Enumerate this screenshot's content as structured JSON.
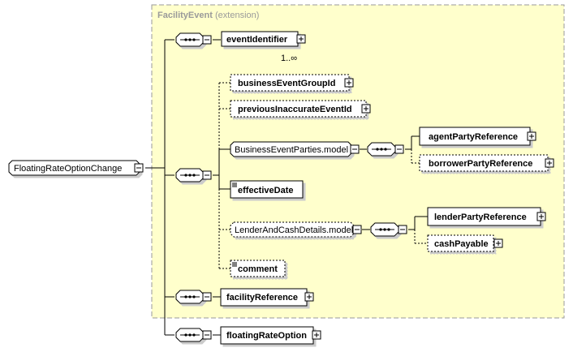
{
  "root": {
    "label": "FloatingRateOptionChange"
  },
  "extension": {
    "type_name": "FacilityEvent",
    "note": "(extension)"
  },
  "elements": {
    "event_identifier": "eventIdentifier",
    "event_identifier_card": "1..∞",
    "business_event_group_id": "businessEventGroupId",
    "previous_inaccurate_event_id": "previousInaccurateEventId",
    "business_event_parties_model": "BusinessEventParties.model",
    "agent_party_reference": "agentPartyReference",
    "borrower_party_reference": "borrowerPartyReference",
    "effective_date": "effectiveDate",
    "lender_and_cash_details_model": "LenderAndCashDetails.model",
    "lender_party_reference": "lenderPartyReference",
    "cash_payable": "cashPayable",
    "comment": "comment",
    "facility_reference": "facilityReference",
    "floating_rate_option": "floatingRateOption"
  },
  "colors": {
    "extension_fill": "#ffffcc",
    "extension_border": "#a0a0a0",
    "box_fill": "#ffffff",
    "line": "#000000"
  }
}
